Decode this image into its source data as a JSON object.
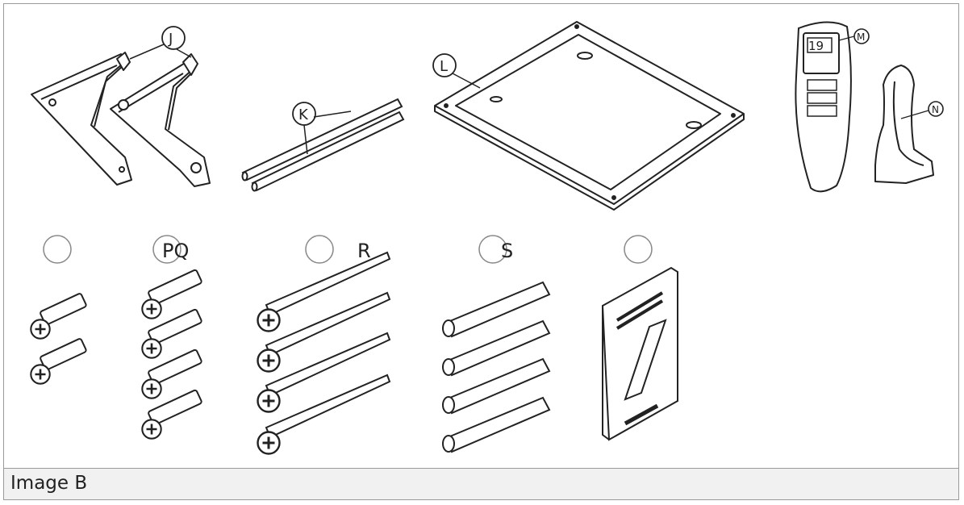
{
  "figure": {
    "caption": "Image B",
    "labels": {
      "J": "J",
      "K": "K",
      "L": "L",
      "M": "M",
      "N": "N",
      "PQ": "PQ",
      "R": "R",
      "S": "S"
    },
    "remote_display": "19"
  },
  "colors": {
    "line": "#222222",
    "fill": "#ffffff",
    "shade": "#e6e6e6",
    "border": "#9a9a9a"
  }
}
